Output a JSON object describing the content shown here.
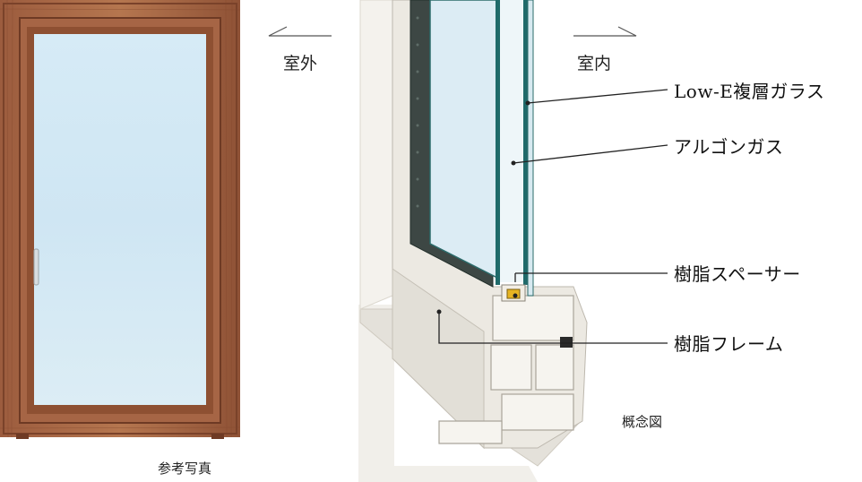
{
  "photo": {
    "caption": "参考写真"
  },
  "diagram": {
    "outside_label": "室外",
    "inside_label": "室内",
    "caption": "概念図",
    "callouts": [
      {
        "id": "lowe-glass",
        "label": "Low-E複層ガラス"
      },
      {
        "id": "argon-gas",
        "label": "アルゴンガス"
      },
      {
        "id": "resin-spacer",
        "label": "樹脂スペーサー"
      },
      {
        "id": "resin-frame",
        "label": "樹脂フレーム"
      }
    ]
  },
  "colors": {
    "wood_frame": "#a8684a",
    "glass_pane": "#cfe6f2",
    "glass_edge": "#1f6a6a",
    "vinyl_frame": "#e9e6df",
    "spacer": "#e6b422"
  }
}
